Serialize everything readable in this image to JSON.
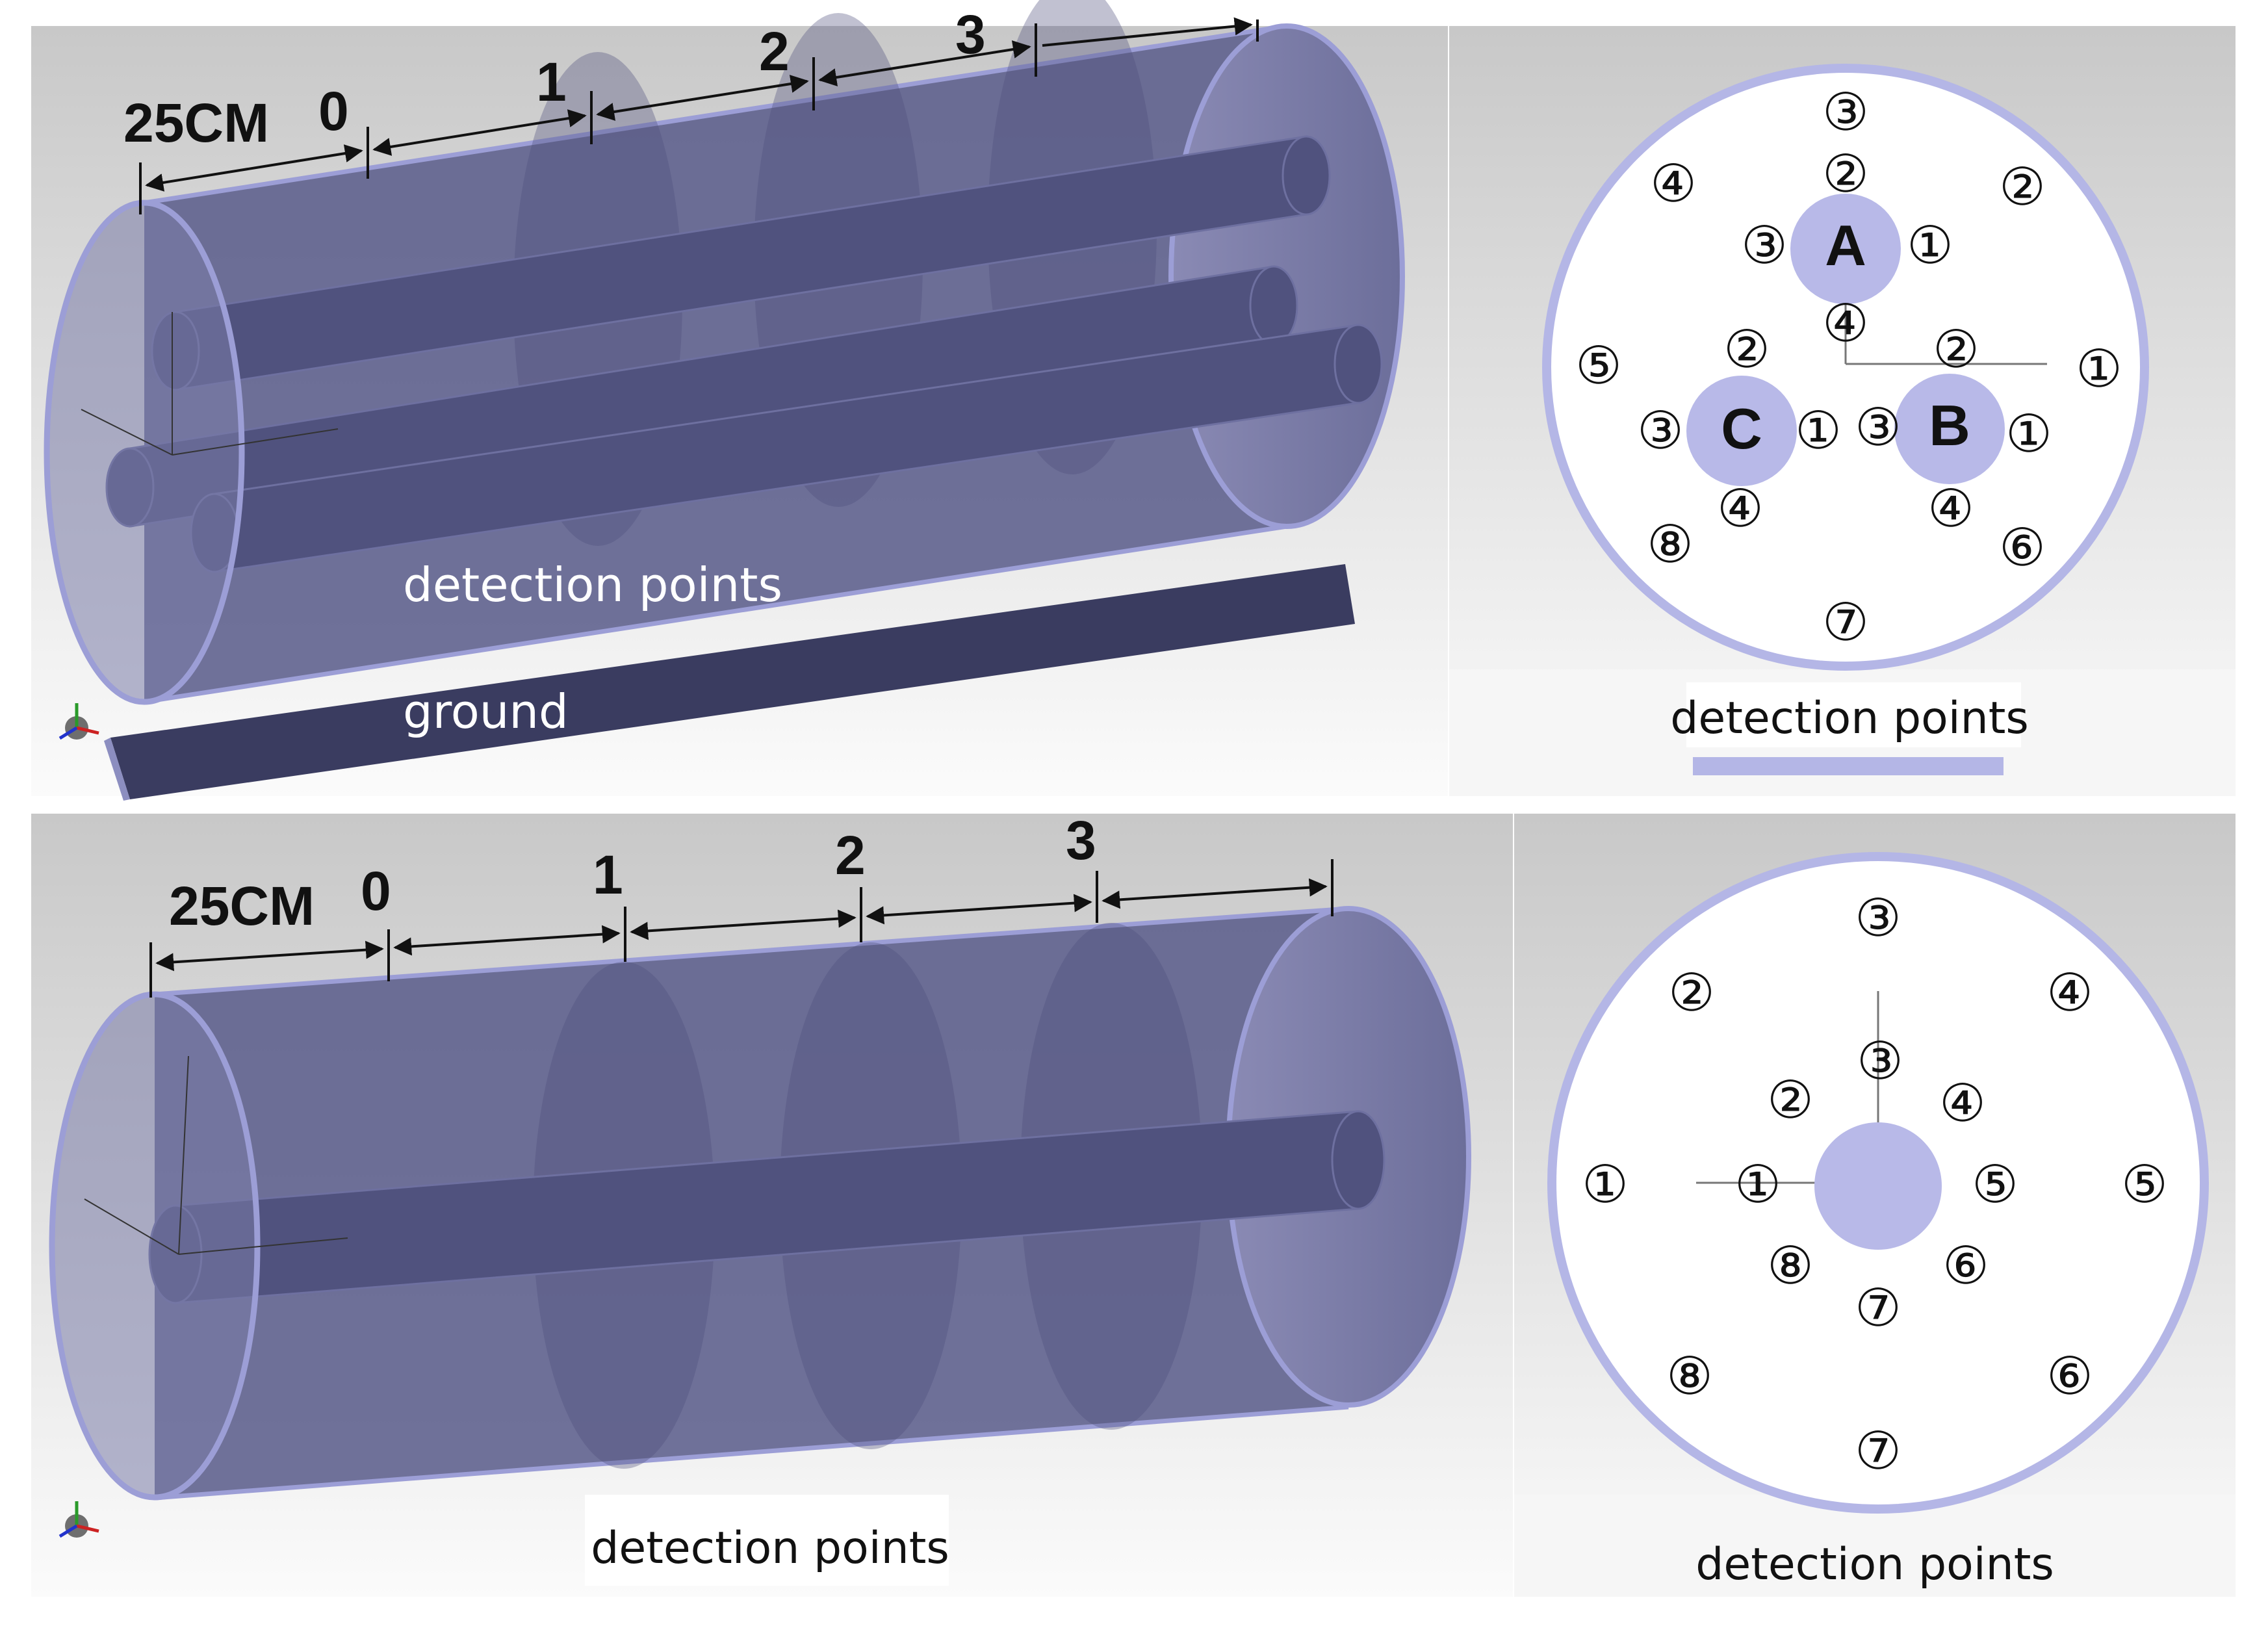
{
  "top_panel": {
    "distance_label": "25CM",
    "section_numbers": [
      "0",
      "1",
      "2",
      "3"
    ],
    "label_detection": "detection points",
    "label_ground": "ground"
  },
  "top_cross_section": {
    "title": "detection points",
    "conductors": [
      "A",
      "B",
      "C"
    ],
    "conductor_points": [
      "①",
      "②",
      "③",
      "④"
    ],
    "outer_points": [
      "①",
      "②",
      "③",
      "④",
      "⑤",
      "⑥",
      "⑦",
      "⑧"
    ]
  },
  "bottom_panel": {
    "distance_label": "25CM",
    "section_numbers": [
      "0",
      "1",
      "2",
      "3"
    ],
    "label_detection": "detection points"
  },
  "bottom_cross_section": {
    "title": "detection points",
    "inner_points": [
      "①",
      "②",
      "③",
      "④",
      "⑤",
      "⑥",
      "⑦",
      "⑧"
    ],
    "outer_points": [
      "①",
      "②",
      "③",
      "④",
      "⑤",
      "⑥",
      "⑦",
      "⑧"
    ]
  },
  "colors": {
    "cylinder": "#5c5e8c",
    "rim": "#9c9ed6",
    "ring": "#b4b6e6",
    "conductor_fill": "#b8b9e8",
    "ground": "#3a3c60"
  }
}
